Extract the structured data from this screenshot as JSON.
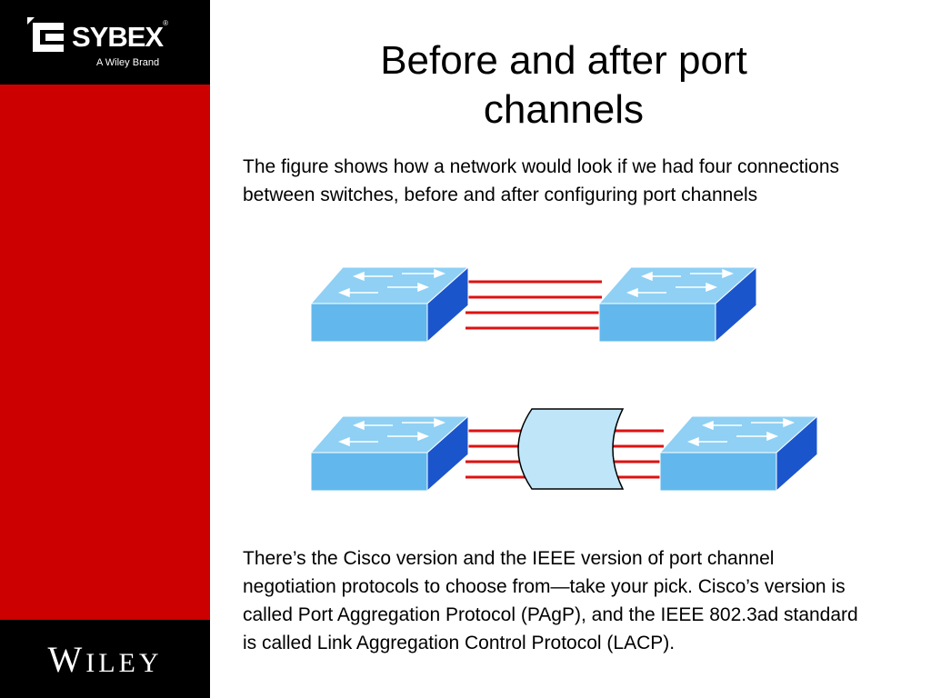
{
  "sidebar": {
    "brand_name": "SYBEX",
    "brand_mark": "®",
    "brand_tagline": "A Wiley Brand",
    "publisher_initial": "W",
    "publisher_rest": "ILEY"
  },
  "slide": {
    "title_line1": "Before and after port",
    "title_line2": "channels",
    "paragraph1": "The figure shows how a network would look if we had four connections between switches, before and after configuring port channels",
    "paragraph2": "There’s the Cisco version and the IEEE version of port channel negotiation protocols to choose from—take your pick. Cisco’s version is called Port Aggregation Protocol (PAgP), and the IEEE 802.3ad standard is called Link Aggregation Control Protocol (LACP)."
  },
  "figure": {
    "link_color": "#dd1111",
    "switch_front_color": "#62b8ec",
    "switch_top_color": "#8fd0f4",
    "switch_side_color": "#1b55cc",
    "channel_bundle_color": "#bfe6f8",
    "before_link_count": 4,
    "after_link_count": 4
  },
  "colors": {
    "sidebar_red": "#cc0000",
    "sidebar_black": "#000000"
  }
}
